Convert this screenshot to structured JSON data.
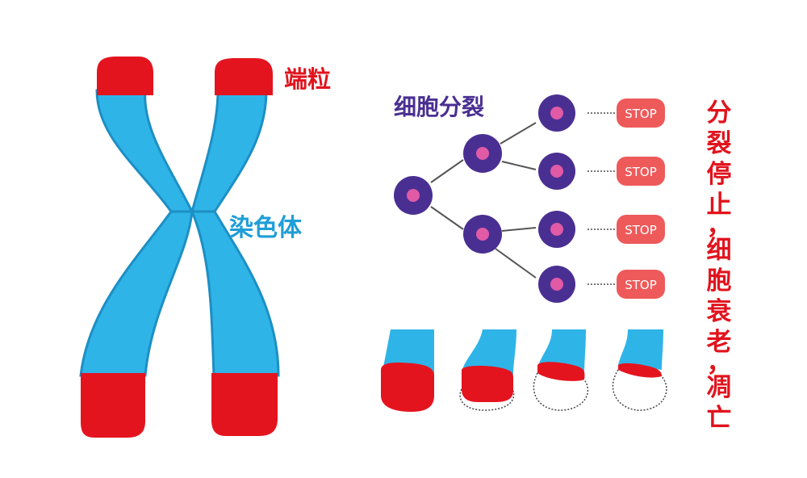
{
  "labels": {
    "telomere": "端粒",
    "chromosome": "染色体",
    "cell_division": "细胞分裂",
    "stop": "STOP",
    "conclusion": [
      "分",
      "裂",
      "停",
      "止",
      "，",
      "细",
      "胞",
      "衰",
      "老",
      "，",
      "凋",
      "亡"
    ]
  },
  "colors": {
    "chromatid_blue": "#2fb4e8",
    "chromatid_edge": "#1d8fc4",
    "telomere_red": "#e4141f",
    "cell_purple": "#4a2f92",
    "nucleus_pink": "#e05aa6",
    "stop_red": "#ee5a5a",
    "label_red": "#e1131d",
    "label_purple": "#4a2f92",
    "label_blue": "#1f9ed8"
  }
}
